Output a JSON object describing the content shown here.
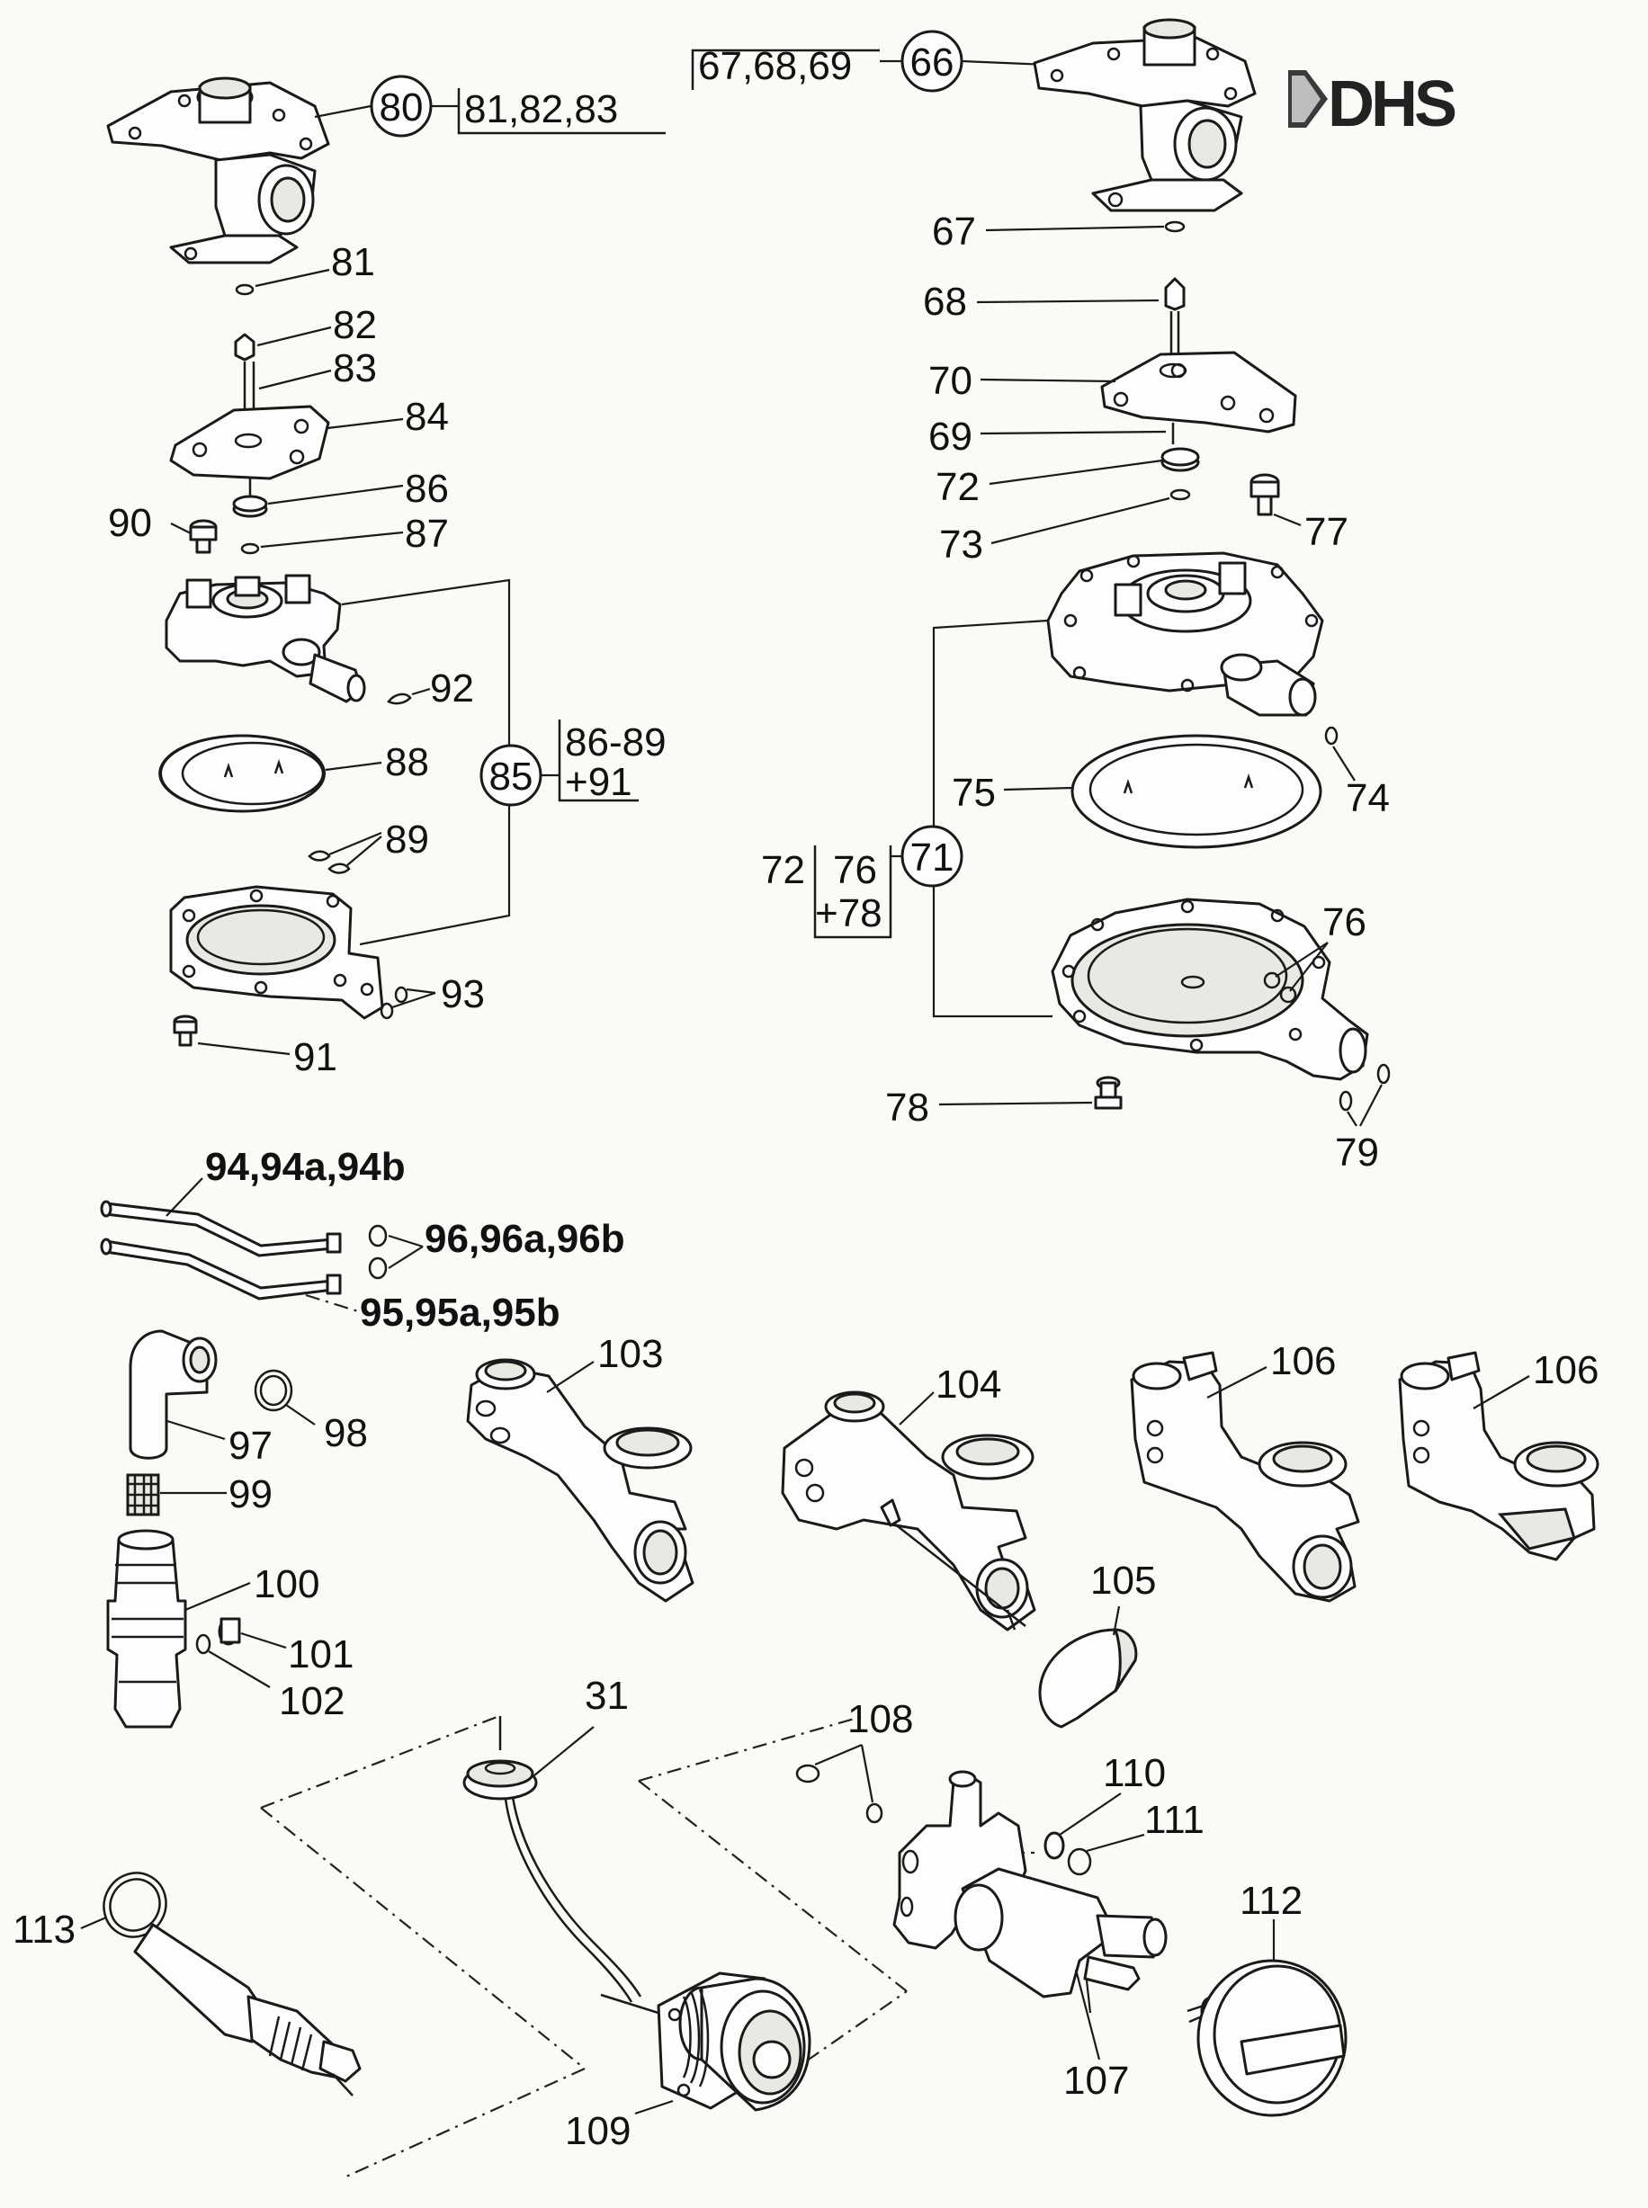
{
  "brand": {
    "logo_text": "DHS"
  },
  "labels": {
    "l80": "80",
    "l81_83": "81,82,83",
    "l81": "81",
    "l82": "82",
    "l83": "83",
    "l84": "84",
    "l86": "86",
    "l87": "87",
    "l90": "90",
    "l92": "92",
    "l88": "88",
    "l85": "85",
    "l86_89": "86-89",
    "l91p": "+91",
    "l89": "89",
    "l93": "93",
    "l91": "91",
    "l67_69": "67,68,69",
    "l66": "66",
    "l67": "67",
    "l68": "68",
    "l70": "70",
    "l69": "69",
    "l72": "72",
    "l73": "73",
    "l77": "77",
    "l74": "74",
    "l75": "75",
    "l71": "71",
    "l72b": "72",
    "l76b": "76",
    "l78b": "+78",
    "l76": "76",
    "l78": "78",
    "l79": "79",
    "l94": "94,94a,94b",
    "l96": "96,96a,96b",
    "l95": "95,95a,95b",
    "l97": "97",
    "l98": "98",
    "l99": "99",
    "l100": "100",
    "l101": "101",
    "l102": "102",
    "l103": "103",
    "l104": "104",
    "l105": "105",
    "l106a": "106",
    "l106b": "106",
    "l31": "31",
    "l108": "108",
    "l110": "110",
    "l111": "111",
    "l112": "112",
    "l113": "113",
    "l107": "107",
    "l109": "109"
  }
}
